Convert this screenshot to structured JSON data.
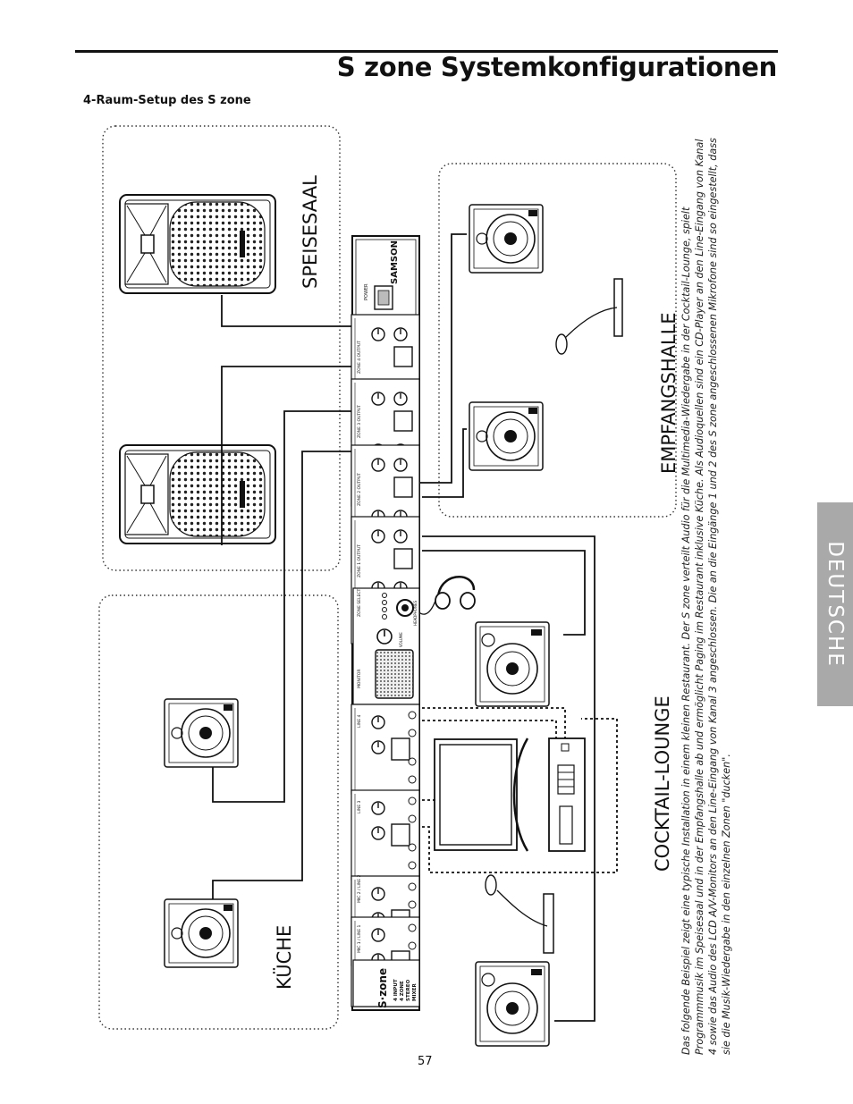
{
  "header": {
    "title": "S zone Systemkonfigurationen"
  },
  "section": {
    "title": "4-Raum-Setup des S zone"
  },
  "rooms": {
    "speisesaal": "SPEISESAAL",
    "empfangshalle": "EMPFANGSHALLE",
    "kueche": "KÜCHE",
    "cocktail_lounge": "COCKTAIL-LOUNGE"
  },
  "mixer": {
    "brand": "SAMSON",
    "power_label": "POWER",
    "logo": "S·zone",
    "model_lines": [
      "4 INPUT",
      "4 ZONE",
      "STEREO",
      "MIXER"
    ],
    "zone_outputs": [
      "ZONE 4 OUTPUT",
      "ZONE 3 OUTPUT",
      "ZONE 2 OUTPUT",
      "ZONE 1 OUTPUT"
    ],
    "inputs": [
      "LINE 4",
      "LINE 3",
      "MIC 2 / LINE 2",
      "MIC 1 / LINE 1"
    ],
    "monitor_label": "MONITOR",
    "zone_select_label": "ZONE SELECT",
    "volume_label": "VOLUME",
    "headphones_label": "HEADPHONES"
  },
  "description": "Das folgende Beispiel zeigt eine typische Installation in einem kleinen Restaurant. Der S zone verteilt Audio für die Multimedia-Wiedergabe in der Cocktail-Lounge, spielt Programmmusik im Speisesaal und in der Empfangshalle ab und ermöglicht Paging im Restaurant inklusive Küche. Als Audioquellen sind ein CD-Player an den Line-Eingang von Kanal 4 sowie das Audio des LCD A/V-Monitors an den Line-Eingang von Kanal 3 angeschlossen. Die an die Eingänge 1 und 2 des S zone angeschlossenen Mikrofone sind so eingestellt, dass sie die Musik-Wiedergabe in den einzelnen Zonen \"ducken\".",
  "side_tab": {
    "label": "DEUTSCHE"
  },
  "page_number": "57"
}
